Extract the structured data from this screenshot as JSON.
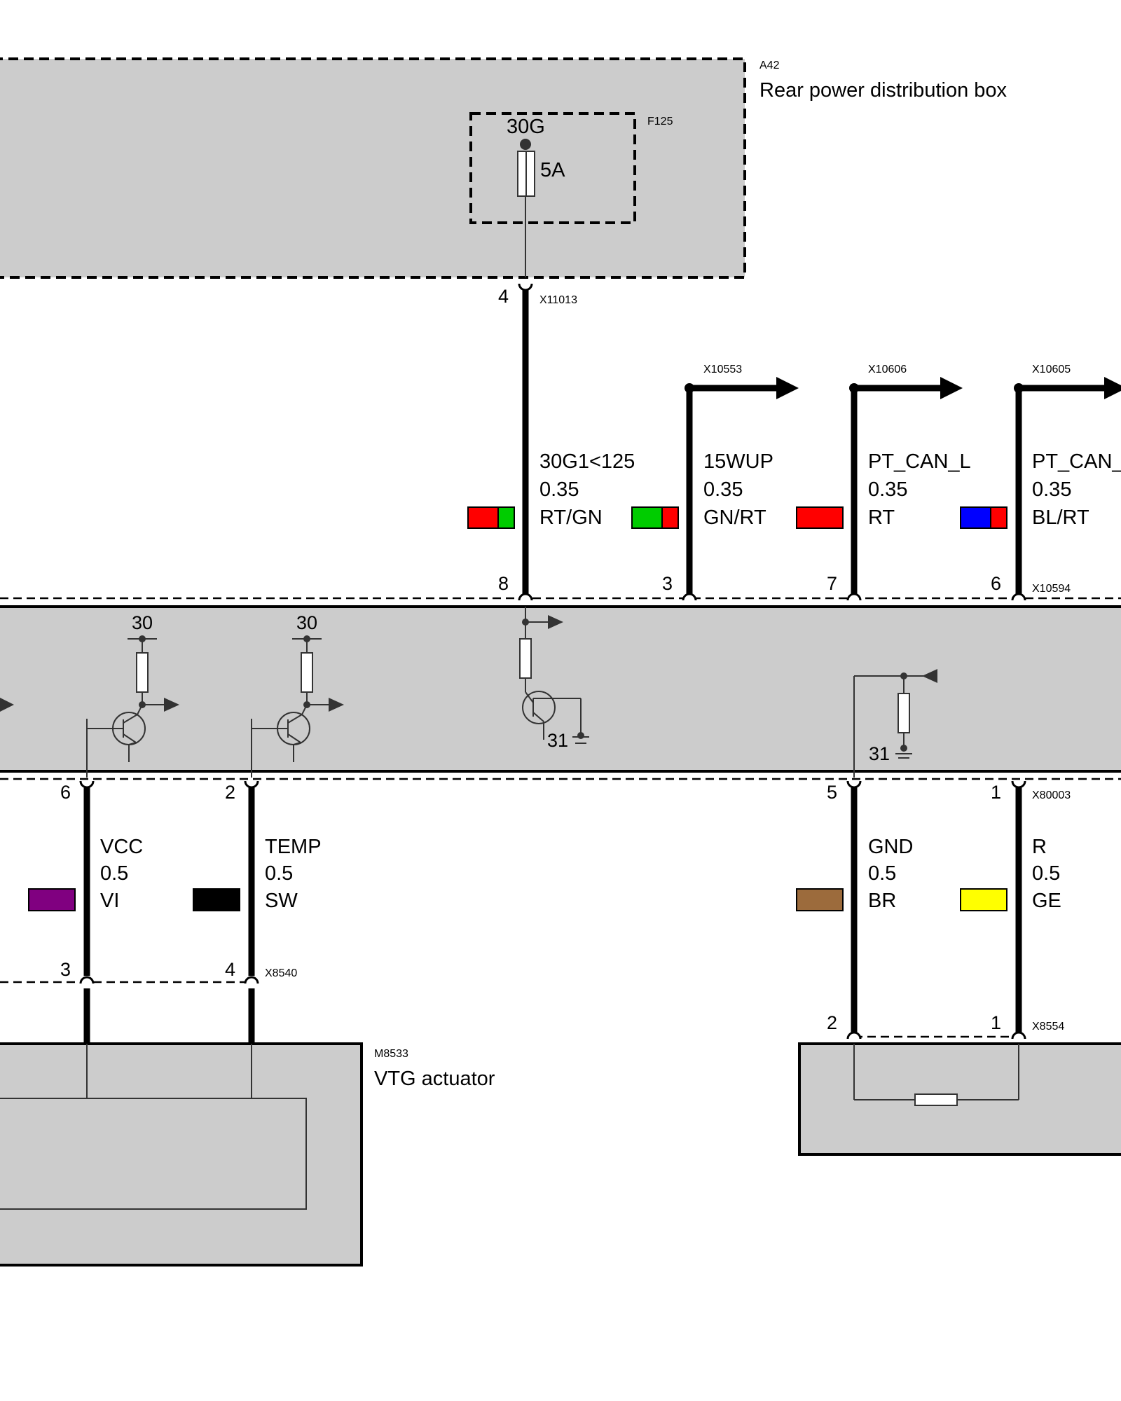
{
  "components": {
    "distribution_box": {
      "id": "A42",
      "name": "Rear power distribution box"
    },
    "fuse": {
      "id": "F125",
      "terminal": "30G",
      "rating": "5A"
    },
    "vtg_actuator": {
      "id": "M8533",
      "name": "VTG actuator"
    }
  },
  "connectors": {
    "box_out": "X11013",
    "ecu_top": "X10594",
    "ecu_bottom": "X80003",
    "actuator": "X8540",
    "sensor": "X8554",
    "branch_15wup": "X10553",
    "branch_can_l": "X10606",
    "branch_can_h": "X10605"
  },
  "wires_top": [
    {
      "signal": "30G1<125",
      "gauge": "0.35",
      "color_code": "RT/GN",
      "colors": [
        "#ff0000",
        "#00cc00"
      ],
      "pin": "8"
    },
    {
      "signal": "15WUP",
      "gauge": "0.35",
      "color_code": "GN/RT",
      "colors": [
        "#00cc00",
        "#ff0000"
      ],
      "pin": "3"
    },
    {
      "signal": "PT_CAN_L",
      "gauge": "0.35",
      "color_code": "RT",
      "colors": [
        "#ff0000"
      ],
      "pin": "7"
    },
    {
      "signal": "PT_CAN_",
      "gauge": "0.35",
      "color_code": "BL/RT",
      "colors": [
        "#0000ff",
        "#ff0000"
      ],
      "pin": "6"
    }
  ],
  "wires_bottom": [
    {
      "signal": "VCC",
      "gauge": "0.5",
      "color_code": "VI",
      "colors": [
        "#800080"
      ],
      "pin_ecu": "6",
      "pin_device": "3"
    },
    {
      "signal": "TEMP",
      "gauge": "0.5",
      "color_code": "SW",
      "colors": [
        "#000000"
      ],
      "pin_ecu": "2",
      "pin_device": "4"
    },
    {
      "signal": "GND",
      "gauge": "0.5",
      "color_code": "BR",
      "colors": [
        "#9c6b3c"
      ],
      "pin_ecu": "5",
      "pin_device": "2"
    },
    {
      "signal": "R",
      "gauge": "0.5",
      "color_code": "GE",
      "colors": [
        "#ffff00"
      ],
      "pin_ecu": "1",
      "pin_device": "1"
    }
  ],
  "box_pin": "4",
  "internal": {
    "supply_1": "30",
    "supply_2": "30",
    "ground_1": "31",
    "ground_2": "31"
  },
  "colors": {
    "housing_fill": "#cccccc",
    "wire": "#000000",
    "line": "#333333"
  }
}
